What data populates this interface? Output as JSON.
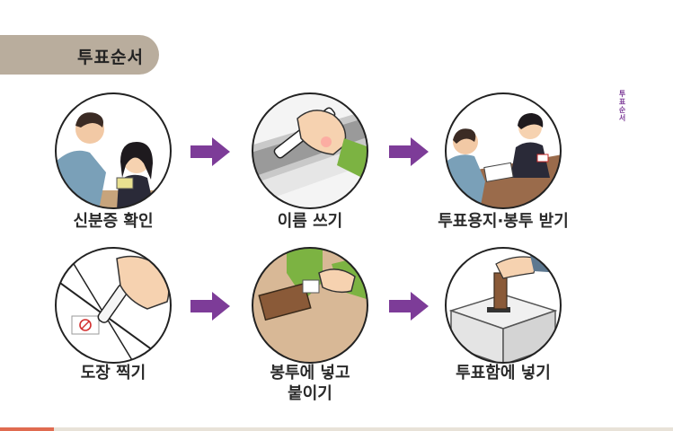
{
  "header": {
    "title": "투표순서"
  },
  "side_label": "투표순서",
  "steps": [
    {
      "label": "신분증 확인"
    },
    {
      "label": "이름 쓰기"
    },
    {
      "label": "투표용지·봉투 받기"
    },
    {
      "label": "도장 찍기"
    },
    {
      "label": "봉투에 넣고"
    },
    {
      "label": "투표함에 넣기"
    }
  ],
  "step5_line2": "붙이기",
  "colors": {
    "tab": "#b9ad9d",
    "arrow": "#7d3c98",
    "side_label": "#7d3c98"
  }
}
